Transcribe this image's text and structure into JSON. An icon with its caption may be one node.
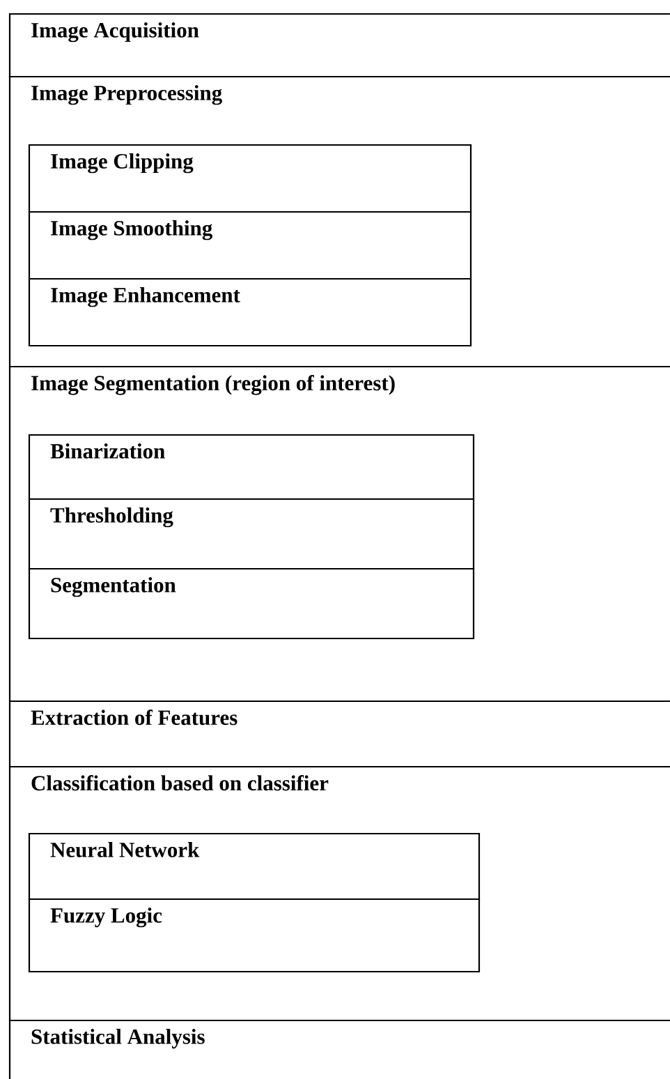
{
  "diagram": {
    "nodes": [
      {
        "text": [
          "Image Acquisition"
        ]
      },
      {
        "text": [
          "Image Preprocessing"
        ]
      },
      {
        "text": [
          "Image Clipping"
        ],
        "in": 1
      },
      {
        "text": [
          "Image Smoothing"
        ],
        "in": 1
      },
      {
        "text": [
          "Image Enhancement"
        ],
        "in": 1
      },
      {
        "text": [
          "Image Segmentation (region of interest)"
        ]
      },
      {
        "text": [
          "Binarization"
        ],
        "in": 5
      },
      {
        "text": [
          "Thresholding"
        ],
        "in": 5
      },
      {
        "text": [
          "Segmentation"
        ],
        "in": 5
      },
      {
        "text": [
          "Extraction of Features"
        ]
      },
      {
        "text": [
          "Classification based on classifier"
        ]
      },
      {
        "text": [
          "Neural Network"
        ],
        "in": 10
      },
      {
        "text": [
          "Fuzzy Logic"
        ],
        "in": 10
      },
      {
        "text": [
          "Statistical Analysis"
        ]
      }
    ]
  }
}
